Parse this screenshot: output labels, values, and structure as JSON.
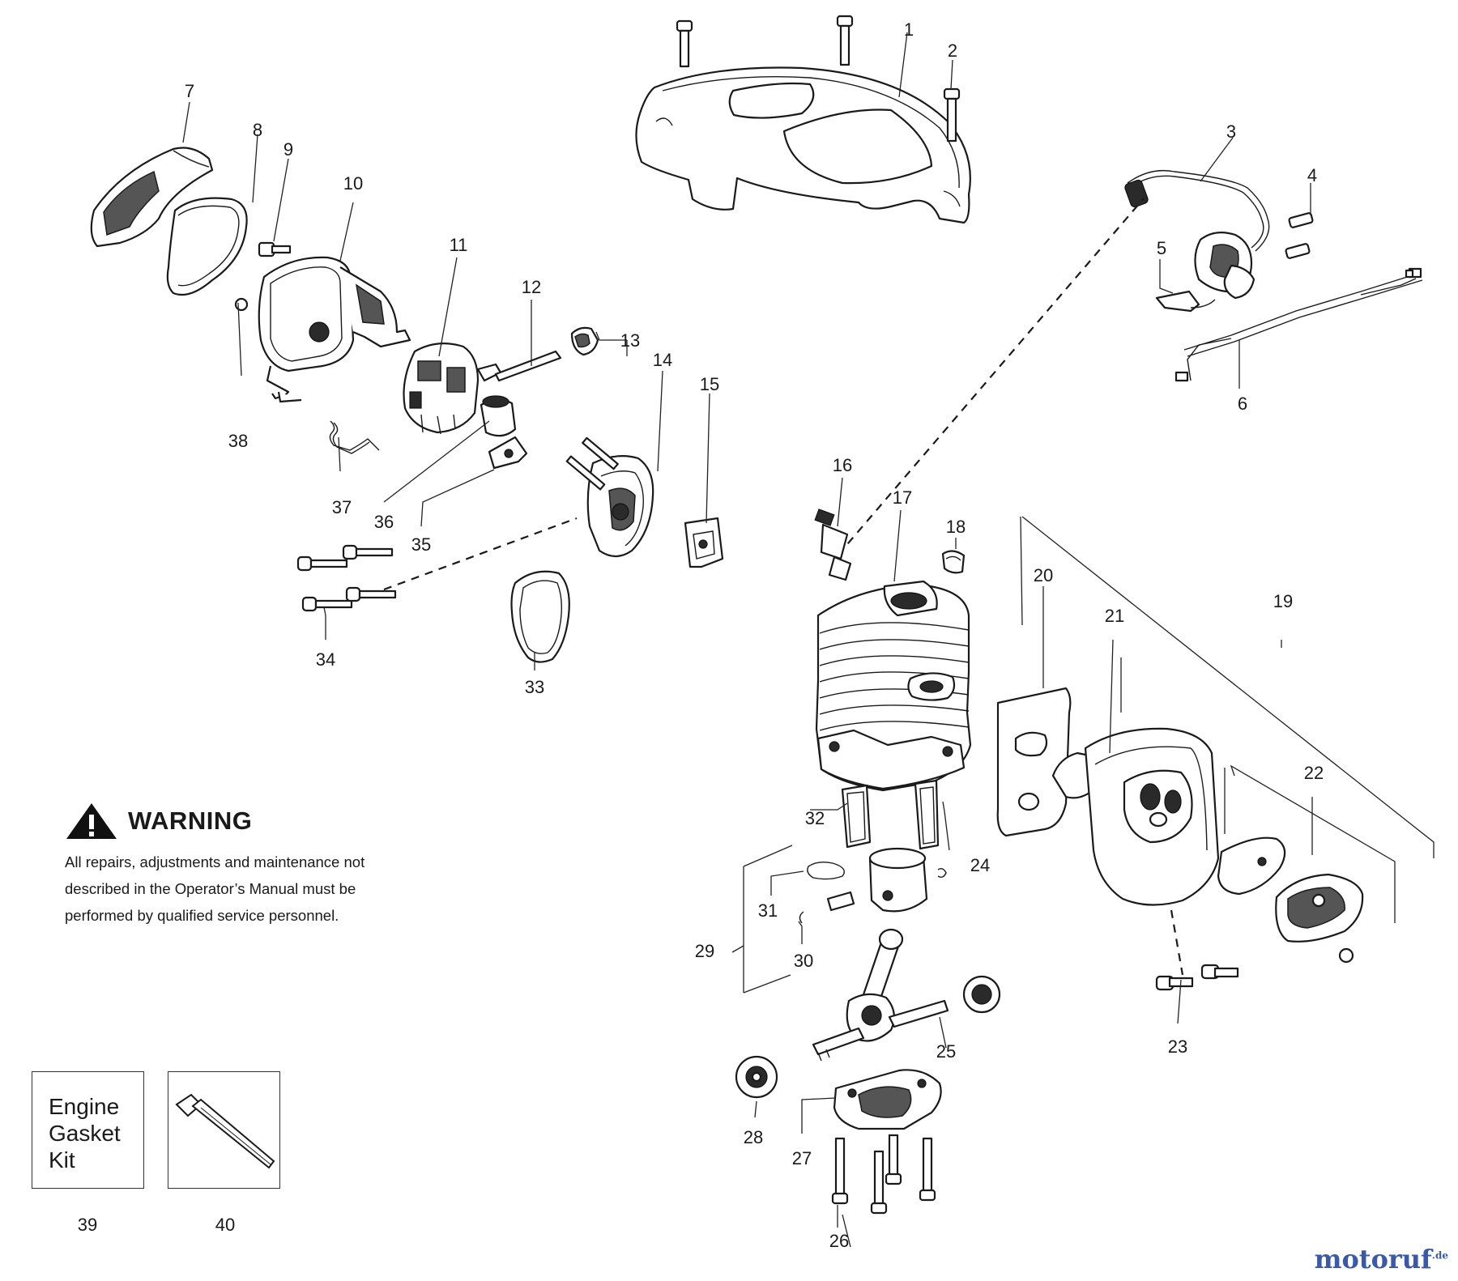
{
  "warning": {
    "title": "WARNING",
    "body": "All repairs, adjustments and maintenance not described in the Operator’s Manual must be performed by qualified  service personnel."
  },
  "kit_box": {
    "text": "Engine\nGasket\nKit",
    "number": "39"
  },
  "tool_box": {
    "number": "40"
  },
  "watermark": {
    "brand": "motoruf",
    "suffix": ".de"
  },
  "callouts": [
    {
      "id": "c1",
      "text": "1"
    },
    {
      "id": "c2",
      "text": "2"
    },
    {
      "id": "c3",
      "text": "3"
    },
    {
      "id": "c4",
      "text": "4"
    },
    {
      "id": "c5",
      "text": "5"
    },
    {
      "id": "c6",
      "text": "6"
    },
    {
      "id": "c7",
      "text": "7"
    },
    {
      "id": "c8",
      "text": "8"
    },
    {
      "id": "c9",
      "text": "9"
    },
    {
      "id": "c10",
      "text": "10"
    },
    {
      "id": "c11",
      "text": "11"
    },
    {
      "id": "c12",
      "text": "12"
    },
    {
      "id": "c13",
      "text": "13"
    },
    {
      "id": "c14",
      "text": "14"
    },
    {
      "id": "c15",
      "text": "15"
    },
    {
      "id": "c16",
      "text": "16"
    },
    {
      "id": "c17",
      "text": "17"
    },
    {
      "id": "c18",
      "text": "18"
    },
    {
      "id": "c19",
      "text": "19"
    },
    {
      "id": "c20",
      "text": "20"
    },
    {
      "id": "c21",
      "text": "21"
    },
    {
      "id": "c22",
      "text": "22"
    },
    {
      "id": "c23",
      "text": "23"
    },
    {
      "id": "c24",
      "text": "24"
    },
    {
      "id": "c25",
      "text": "25"
    },
    {
      "id": "c26",
      "text": "26"
    },
    {
      "id": "c27",
      "text": "27"
    },
    {
      "id": "c28",
      "text": "28"
    },
    {
      "id": "c29",
      "text": "29"
    },
    {
      "id": "c30",
      "text": "30"
    },
    {
      "id": "c31",
      "text": "31"
    },
    {
      "id": "c32",
      "text": "32"
    },
    {
      "id": "c33",
      "text": "33"
    },
    {
      "id": "c34",
      "text": "34"
    },
    {
      "id": "c35",
      "text": "35"
    },
    {
      "id": "c36",
      "text": "36"
    },
    {
      "id": "c37",
      "text": "37"
    },
    {
      "id": "c38",
      "text": "38"
    }
  ]
}
